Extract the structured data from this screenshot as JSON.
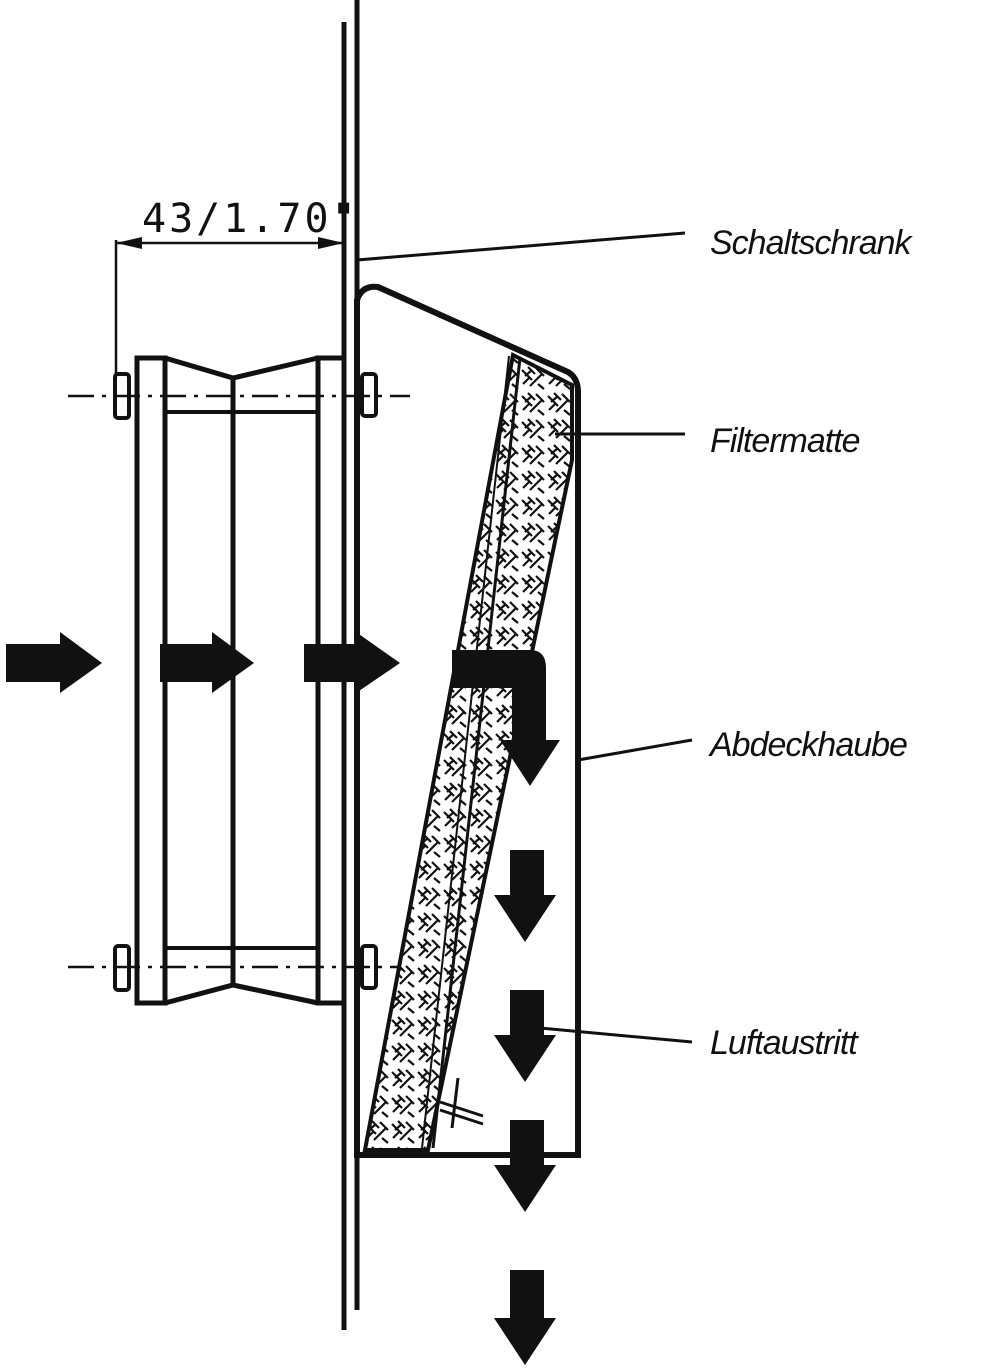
{
  "dimension": {
    "text": "43/1.70\""
  },
  "labels": {
    "schaltschrank": "Schaltschrank",
    "filtermatte": "Filtermatte",
    "abdeckhaube": "Abdeckhaube",
    "luftaustritt": "Luftaustritt"
  },
  "colors": {
    "ink": "#111111",
    "background": "#ffffff"
  }
}
